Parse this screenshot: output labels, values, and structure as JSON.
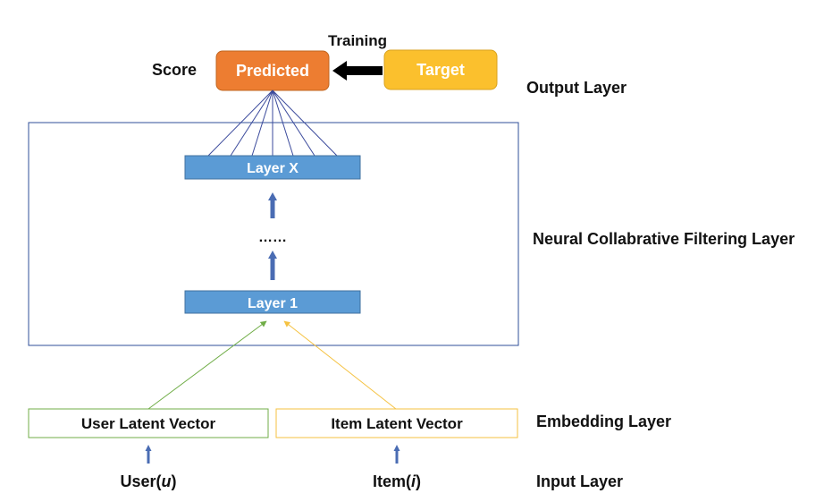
{
  "output": {
    "score_label": "Score",
    "predicted_label": "Predicted",
    "training_label": "Training",
    "target_label": "Target"
  },
  "ncf": {
    "layer_x_label": "Layer X",
    "ellipsis": "……",
    "layer_1_label": "Layer 1"
  },
  "embedding": {
    "user_label": "User Latent Vector",
    "item_label": "Item Latent Vector"
  },
  "input": {
    "user_prefix": "User(",
    "user_var": "u",
    "user_suffix": ")",
    "item_prefix": "Item(",
    "item_var": "i",
    "item_suffix": ")"
  },
  "side_labels": {
    "output_layer": "Output Layer",
    "ncf_layer": "Neural Collabrative Filtering Layer",
    "embedding_layer": "Embedding Layer",
    "input_layer": "Input Layer"
  },
  "colors": {
    "predicted_fill": "#ED7D31",
    "target_fill": "#FBC02D",
    "layer_fill": "#5B9BD5",
    "ncf_border": "#2F4F9A",
    "connector": "#3B4A9C",
    "arrow_blue": "#4A6CB3",
    "user_green": "#70AD47",
    "item_yellow": "#F5C242"
  }
}
